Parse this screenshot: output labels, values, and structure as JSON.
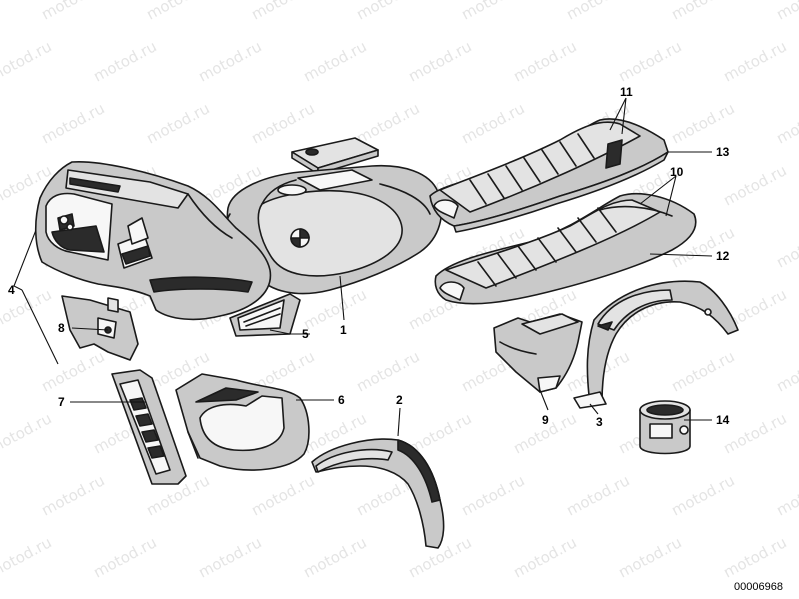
{
  "watermark": {
    "text": "motod.ru"
  },
  "drawing_number": "00006968",
  "callouts": [
    {
      "id": "11",
      "label": "11"
    },
    {
      "id": "13",
      "label": "13"
    },
    {
      "id": "10",
      "label": "10"
    },
    {
      "id": "12",
      "label": "12"
    },
    {
      "id": "4",
      "label": "4"
    },
    {
      "id": "8",
      "label": "8"
    },
    {
      "id": "5",
      "label": "5"
    },
    {
      "id": "1",
      "label": "1"
    },
    {
      "id": "7",
      "label": "7"
    },
    {
      "id": "6",
      "label": "6"
    },
    {
      "id": "2",
      "label": "2"
    },
    {
      "id": "9",
      "label": "9"
    },
    {
      "id": "3",
      "label": "3"
    },
    {
      "id": "14",
      "label": "14"
    }
  ],
  "colors": {
    "line": "#1a1a1a",
    "shade": "#c9c9c9",
    "watermark": "#cfcfcf"
  }
}
